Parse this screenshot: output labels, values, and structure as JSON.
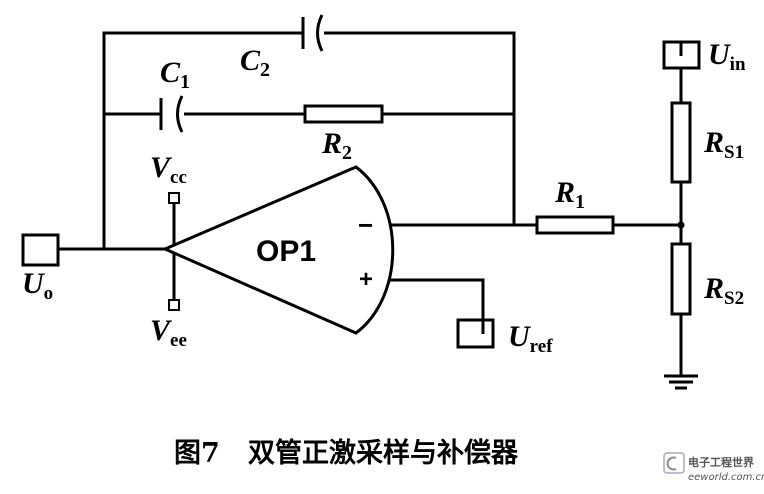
{
  "labels": {
    "c2": "C",
    "c2_sub": "2",
    "c1": "C",
    "c1_sub": "1",
    "r2": "R",
    "r2_sub": "2",
    "r1": "R",
    "r1_sub": "1",
    "rs1": "R",
    "rs1_sub": "S1",
    "rs2": "R",
    "rs2_sub": "S2",
    "vcc": "V",
    "vcc_sub": "cc",
    "vee": "V",
    "vee_sub": "ee",
    "uo": "U",
    "uo_sub": "o",
    "uin": "U",
    "uin_sub": "in",
    "uref": "U",
    "uref_sub": "ref",
    "opamp": "OP1",
    "minus": "−",
    "plus": "+"
  },
  "caption": "图7   双管正激采样与补偿器",
  "watermark": {
    "brand": "电子工程世界",
    "site": "eeworld.com.cn"
  }
}
